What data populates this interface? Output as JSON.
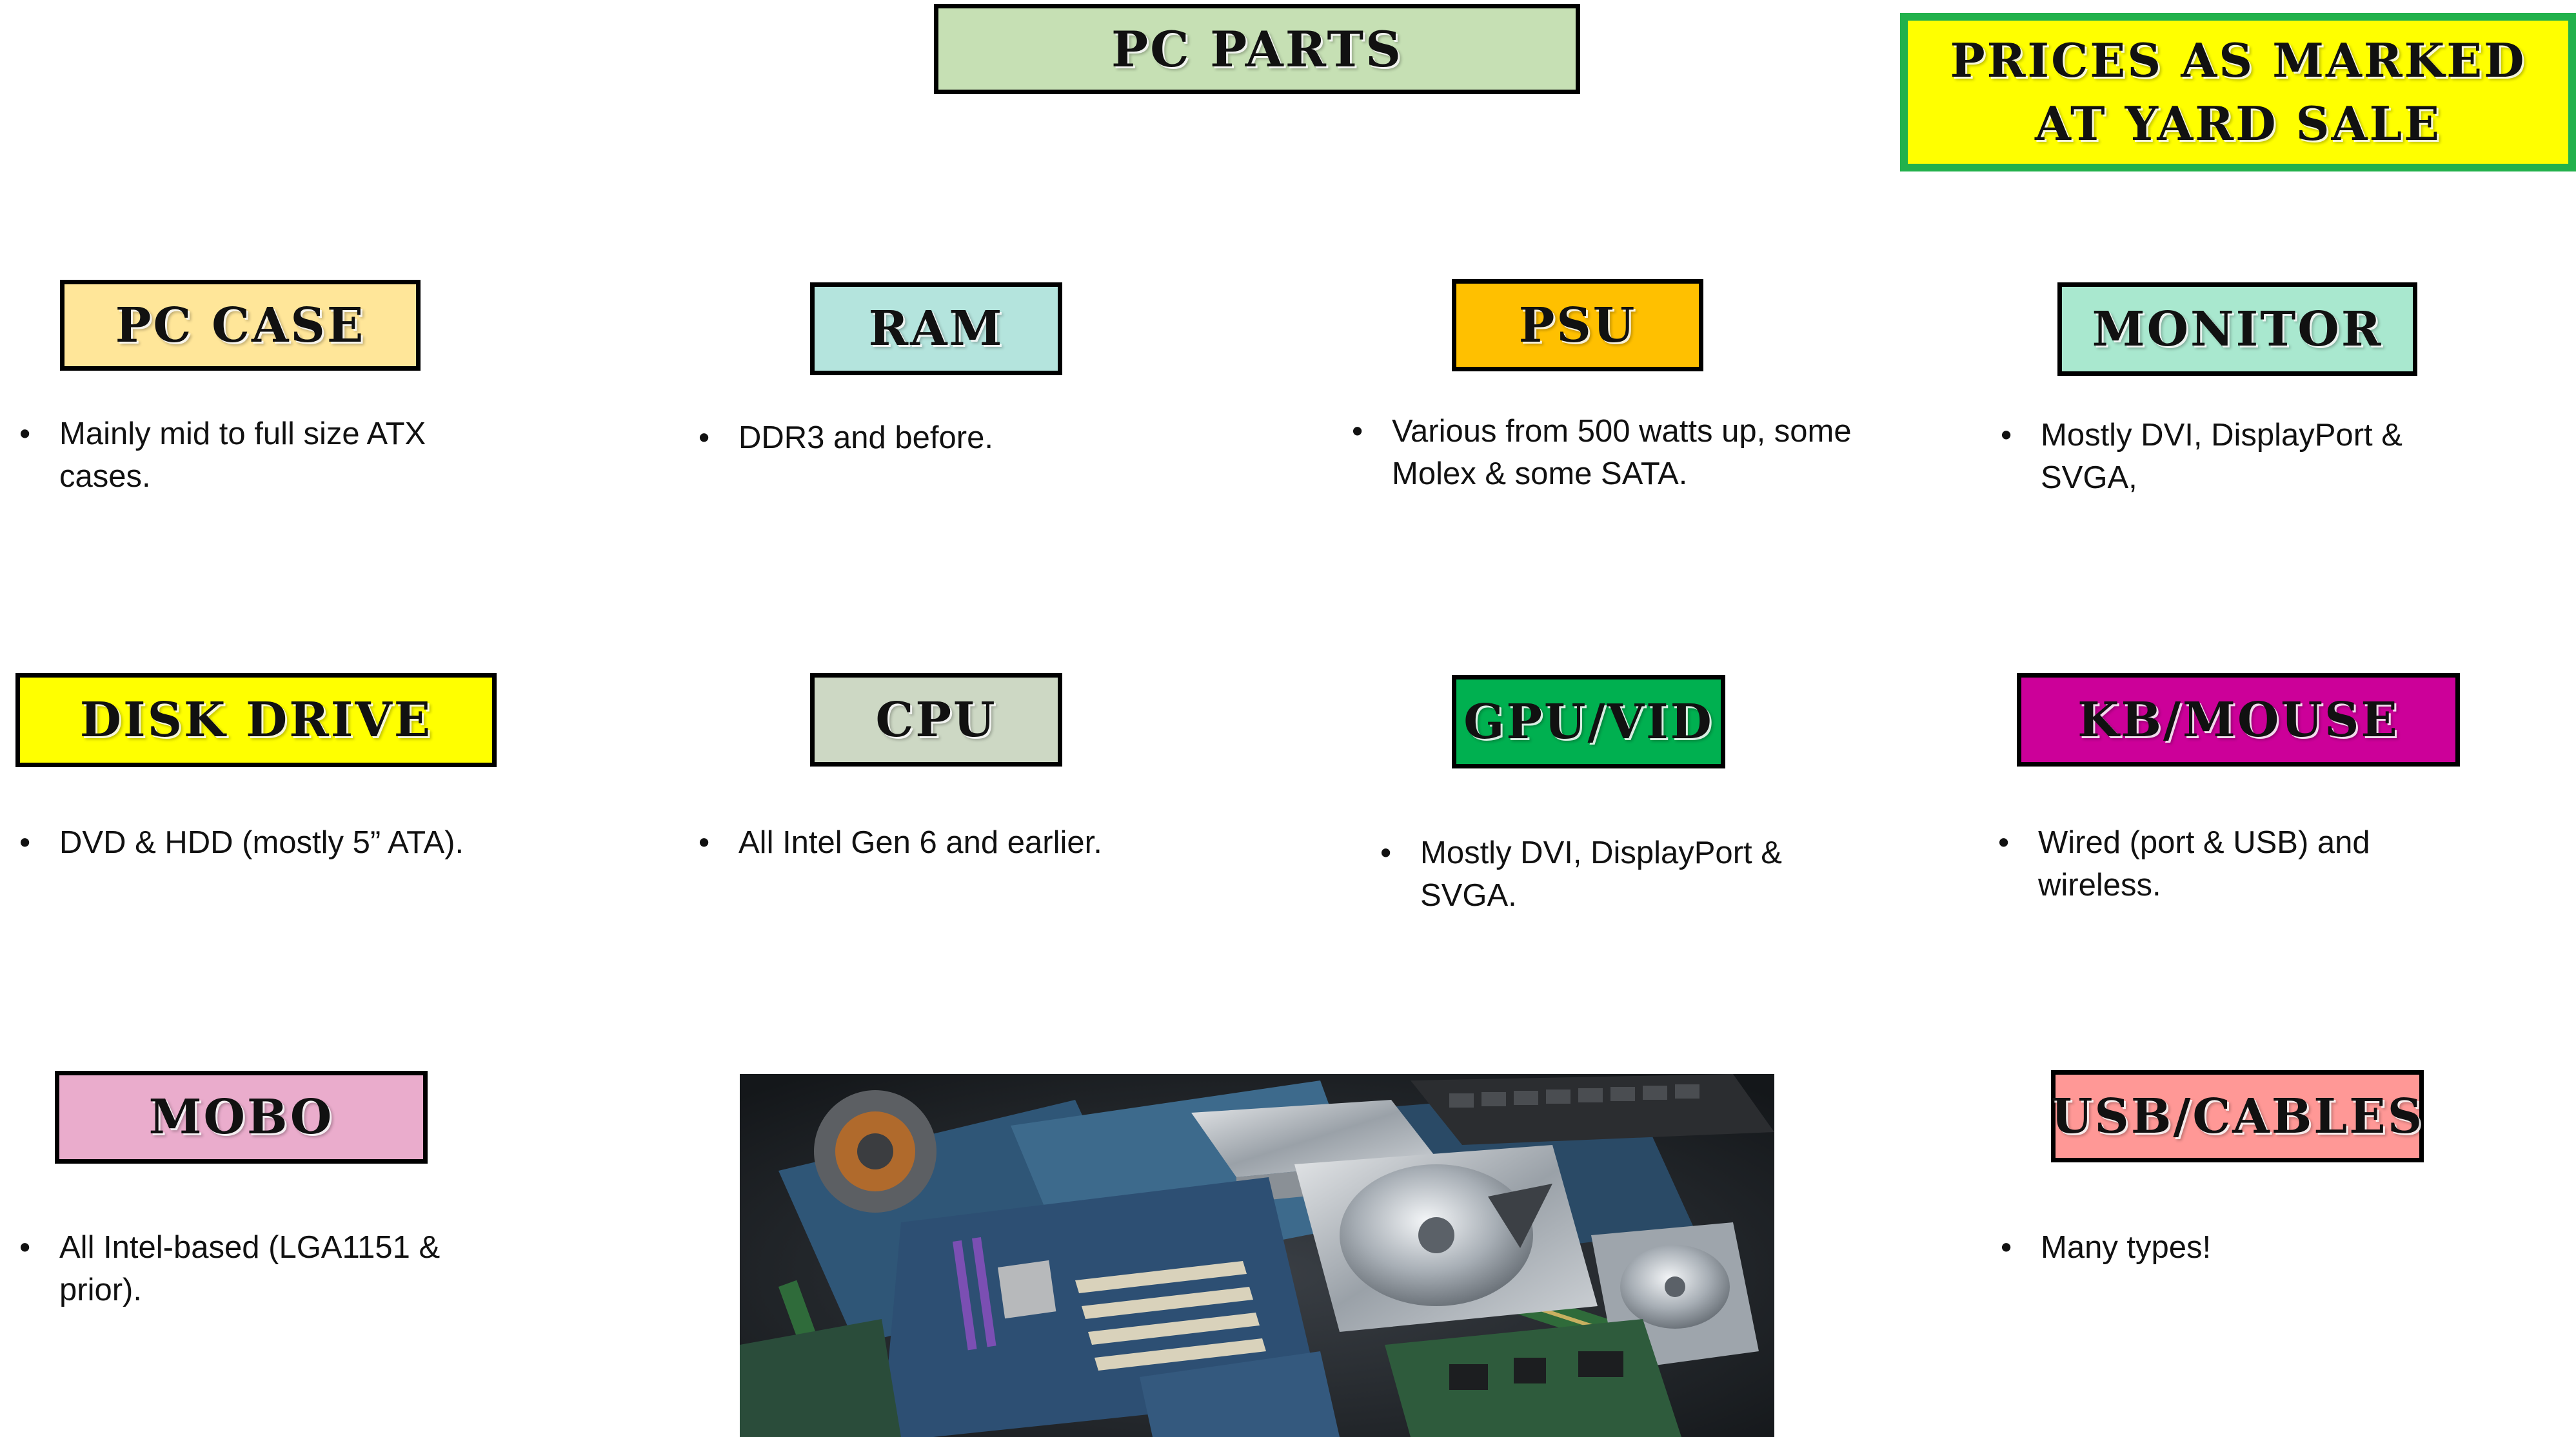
{
  "page_title": "PC PARTS",
  "notice": "PRICES AS MARKED AT YARD SALE",
  "categories": {
    "pc_case": {
      "title": "PC CASE",
      "bullet": "Mainly mid to full size ATX cases.",
      "color": "#ffe699"
    },
    "ram": {
      "title": "RAM",
      "bullet": "DDR3 and before.",
      "color": "#b4e4dd"
    },
    "psu": {
      "title": "PSU",
      "bullet": "Various from 500 watts up, some Molex & some SATA.",
      "color": "#ffc000"
    },
    "monitor": {
      "title": "MONITOR",
      "bullet": "Mostly DVI, DisplayPort & SVGA,",
      "color": "#a9e8cf"
    },
    "disk_drive": {
      "title": "DISK DRIVE",
      "bullet": "DVD & HDD (mostly 5” ATA).",
      "color": "#ffff00"
    },
    "cpu": {
      "title": "CPU",
      "bullet": "All Intel Gen 6 and earlier.",
      "color": "#cdd8c4"
    },
    "gpu_vid": {
      "title": "GPU/VID",
      "bullet": "Mostly DVI, DisplayPort & SVGA.",
      "color": "#00b050"
    },
    "kb_mouse": {
      "title": "KB/MOUSE",
      "bullet": "Wired (port & USB) and wireless.",
      "color": "#cc0099"
    },
    "mobo": {
      "title": "MOBO",
      "bullet": "All Intel-based (LGA1151 & prior).",
      "color": "#eaaccc"
    },
    "usb_cables": {
      "title": "USB/CABLES",
      "bullet": "Many types!",
      "color": "#ff9896"
    }
  },
  "colors": {
    "title_bg": "#c6e0b4",
    "notice_bg": "#ffff00",
    "notice_border": "#22b14c"
  },
  "image": {
    "name": "pile-of-computer-parts-photo"
  }
}
